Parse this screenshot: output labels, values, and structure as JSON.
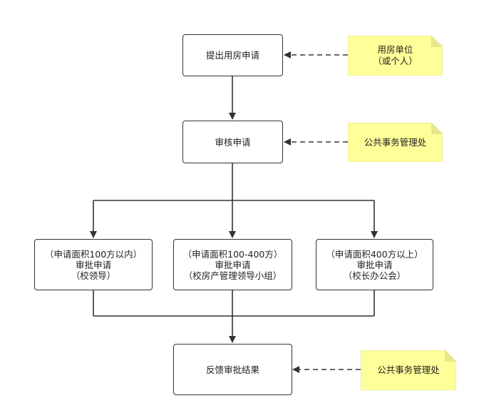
{
  "colors": {
    "stroke": "#333333",
    "note_fill": "#ffff99",
    "note_fold": "#e6e68a",
    "note_border": "#e0e090"
  },
  "nodes": {
    "submit": "提出用房申请",
    "review": "审核申请",
    "branch_small": [
      "（申请面积100方以内）",
      "审批申请",
      "（校领导）"
    ],
    "branch_mid": [
      "（申请面积100-400方）",
      "审批申请",
      "（校房产管理领导小组）"
    ],
    "branch_large": [
      "（申请面积400方以上）",
      "审批申请",
      "（校长办公会）"
    ],
    "feedback": "反馈审批结果"
  },
  "notes": {
    "applicant": [
      "用房单位",
      "（或个人）"
    ],
    "office_review": "公共事务管理处",
    "office_feedback": "公共事务管理处"
  }
}
